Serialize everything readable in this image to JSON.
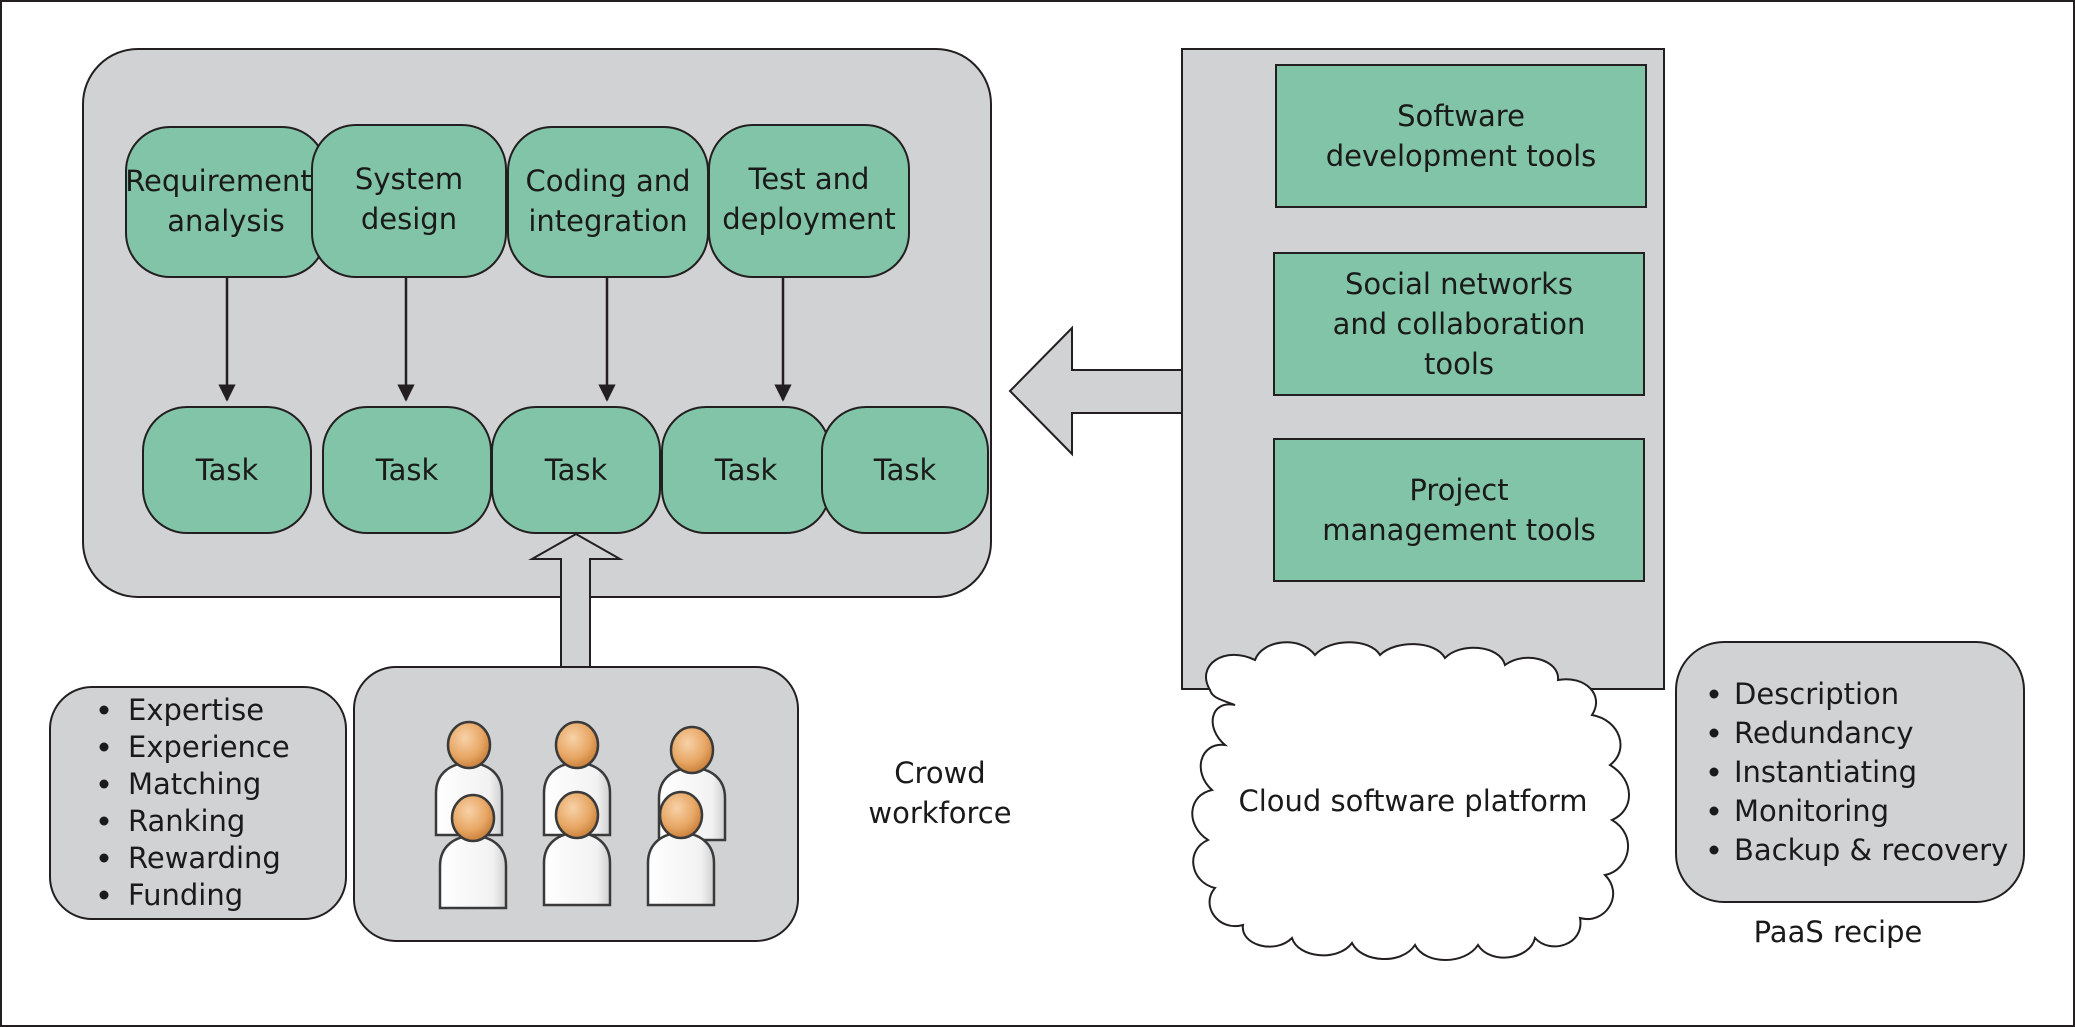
{
  "phases": [
    "Requirements analysis",
    "System design",
    "Coding and integration",
    "Test and deployment"
  ],
  "phase_lines": [
    [
      "Requirements",
      "analysis"
    ],
    [
      "System",
      "design"
    ],
    [
      "Coding and",
      "integration"
    ],
    [
      "Test and",
      "deployment"
    ]
  ],
  "tasks": [
    "Task",
    "Task",
    "Task",
    "Task",
    "Task"
  ],
  "tools": [
    [
      "Software",
      "development tools"
    ],
    [
      "Social networks",
      "and collaboration",
      "tools"
    ],
    [
      "Project",
      "management tools"
    ]
  ],
  "crowd_attributes": [
    "Expertise",
    "Experience",
    "Matching",
    "Ranking",
    "Rewarding",
    "Funding"
  ],
  "crowd_label": [
    "Crowd",
    "workforce"
  ],
  "cloud_label": "Cloud software platform",
  "paas_items": [
    "Description",
    "Redundancy",
    "Instantiating",
    "Monitoring",
    "Backup & recovery"
  ],
  "paas_label": "PaaS recipe",
  "colors": {
    "panel": "#d1d2d4",
    "green": "#82c4a8",
    "stroke": "#231f20"
  }
}
